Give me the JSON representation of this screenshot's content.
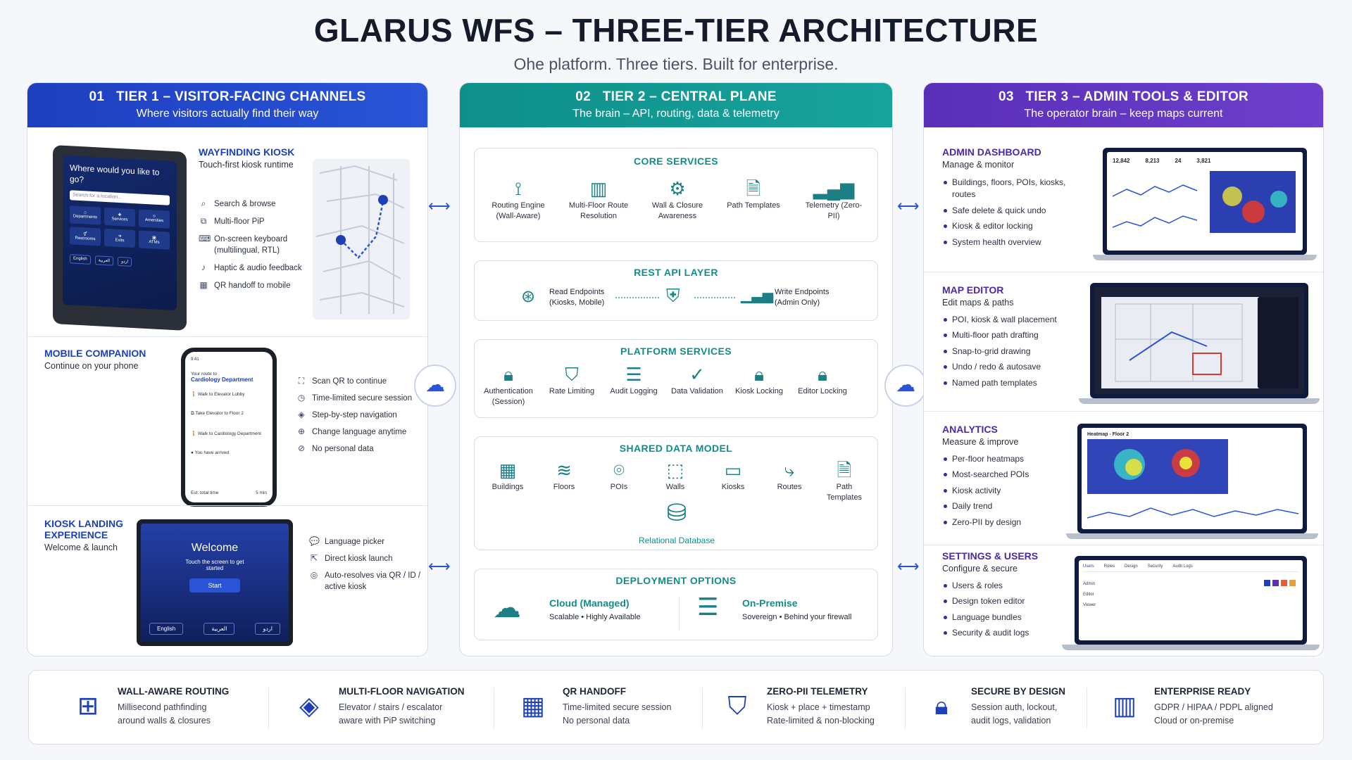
{
  "title": "GLARUS WFS – THREE-TIER ARCHITECTURE",
  "subtitle": "Ohe platform. Three tiers. Built for enterprise.",
  "tier1": {
    "num": "01",
    "title": "TIER 1 – VISITOR-FACING CHANNELS",
    "sub": "Where visitors actually find their way",
    "kiosk": {
      "title": "WAYFINDING KIOSK",
      "sub": "Touch-first kiosk runtime",
      "screen_q": "Where would you like to go?",
      "screen_search": "Search for a location...",
      "screen_tiles": [
        "Departments",
        "Services",
        "Amenities",
        "Restrooms",
        "Exits",
        "ATMs"
      ],
      "screen_lang": [
        "English",
        "العربية",
        "اردو"
      ],
      "features": [
        {
          "icon": "search-icon",
          "text": "Search & browse"
        },
        {
          "icon": "floors-icon",
          "text": "Multi-floor PiP"
        },
        {
          "icon": "keyboard-icon",
          "text": "On-screen keyboard (multilingual, RTL)"
        },
        {
          "icon": "speaker-icon",
          "text": "Haptic & audio feedback"
        },
        {
          "icon": "qr-icon",
          "text": "QR handoff to mobile"
        }
      ]
    },
    "mobile": {
      "title": "MOBILE COMPANION",
      "sub": "Continue on your phone",
      "phone_time": "9:41",
      "phone_route": "Your route to",
      "phone_dest": "Cardiology Department",
      "phone_steps": [
        "Walk to Elevator Lobby",
        "Take Elevator to Floor 2",
        "Walk to Cardiology Department",
        "You have arrived"
      ],
      "phone_total": "Est. total time",
      "phone_total_val": "5 min",
      "features": [
        {
          "icon": "scan-icon",
          "text": "Scan QR to continue"
        },
        {
          "icon": "clock-icon",
          "text": "Time-limited secure session"
        },
        {
          "icon": "navigation-icon",
          "text": "Step-by-step navigation"
        },
        {
          "icon": "globe-icon",
          "text": "Change language anytime"
        },
        {
          "icon": "privacy-icon",
          "text": "No personal data"
        }
      ]
    },
    "landing": {
      "title": "KIOSK LANDING EXPERIENCE",
      "sub": "Welcome & launch",
      "screen_welcome": "Welcome",
      "screen_touch": "Touch the screen to get started",
      "screen_start": "Start",
      "screen_lang": [
        "English",
        "العربية",
        "اردو"
      ],
      "features": [
        {
          "icon": "chat-icon",
          "text": "Language picker"
        },
        {
          "icon": "launch-icon",
          "text": "Direct kiosk launch"
        },
        {
          "icon": "target-icon",
          "text": "Auto-resolves via QR / ID / active kiosk"
        }
      ]
    }
  },
  "tier2": {
    "num": "02",
    "title": "TIER 2 – CENTRAL PLANE",
    "sub": "The brain – API, routing, data & telemetry",
    "core": {
      "title": "CORE SERVICES",
      "items": [
        {
          "icon": "routing-icon",
          "label": "Routing Engine (Wall-Aware)"
        },
        {
          "icon": "building-icon",
          "label": "Multi-Floor Route Resolution"
        },
        {
          "icon": "closure-icon",
          "label": "Wall & Closure Awareness"
        },
        {
          "icon": "document-icon",
          "label": "Path Templates"
        },
        {
          "icon": "chart-icon",
          "label": "Telemetry (Zero-PII)"
        }
      ]
    },
    "api": {
      "title": "REST API LAYER",
      "read": "Read Endpoints",
      "read_sub": "(Kiosks, Mobile)",
      "write": "Write Endpoints",
      "write_sub": "(Admin Only)"
    },
    "platform": {
      "title": "PLATFORM SERVICES",
      "items": [
        {
          "icon": "lock-icon",
          "label": "Authentication (Session)"
        },
        {
          "icon": "shield-icon",
          "label": "Rate Limiting"
        },
        {
          "icon": "log-icon",
          "label": "Audit Logging"
        },
        {
          "icon": "check-icon",
          "label": "Data Validation"
        },
        {
          "icon": "lock-icon",
          "label": "Kiosk Locking"
        },
        {
          "icon": "lock-icon",
          "label": "Editor Locking"
        }
      ]
    },
    "data": {
      "title": "SHARED DATA MODEL",
      "items": [
        {
          "icon": "buildings-icon",
          "label": "Buildings"
        },
        {
          "icon": "layers-icon",
          "label": "Floors"
        },
        {
          "icon": "pin-icon",
          "label": "POIs"
        },
        {
          "icon": "walls-icon",
          "label": "Walls"
        },
        {
          "icon": "kiosk-icon",
          "label": "Kiosks"
        },
        {
          "icon": "route-icon",
          "label": "Routes"
        },
        {
          "icon": "document-icon",
          "label": "Path Templates"
        }
      ],
      "db": "Relational Database"
    },
    "deploy": {
      "title": "DEPLOYMENT OPTIONS",
      "cloud": "Cloud (Managed)",
      "cloud_sub": "Scalable • Highly Available",
      "onprem": "On-Premise",
      "onprem_sub": "Sovereign • Behind your firewall"
    }
  },
  "tier3": {
    "num": "03",
    "title": "TIER 3 – ADMIN TOOLS & EDITOR",
    "sub": "The operator brain – keep maps current",
    "sections": [
      {
        "title": "ADMIN DASHBOARD",
        "sub": "Manage & monitor",
        "bullets": [
          "Buildings, floors, POIs, kiosks, routes",
          "Safe delete & quick undo",
          "Kiosk & editor locking",
          "System health overview"
        ]
      },
      {
        "title": "MAP EDITOR",
        "sub": "Edit maps & paths",
        "bullets": [
          "POI, kiosk & wall placement",
          "Multi-floor path drafting",
          "Snap-to-grid drawing",
          "Undo / redo & autosave",
          "Named path templates"
        ]
      },
      {
        "title": "ANALYTICS",
        "sub": "Measure & improve",
        "bullets": [
          "Per-floor heatmaps",
          "Most-searched POIs",
          "Kiosk activity",
          "Daily trend",
          "Zero-PII by design"
        ]
      },
      {
        "title": "SETTINGS & USERS",
        "sub": "Configure & secure",
        "bullets": [
          "Users & roles",
          "Design token editor",
          "Language bundles",
          "Security & audit logs"
        ]
      }
    ],
    "dash_stats": [
      "12,842",
      "8,213",
      "24",
      "3,821"
    ],
    "heatmap_title": "Heatmap - Floor 2",
    "settings_tabs": [
      "Users",
      "Roles",
      "Design",
      "Security",
      "Audit Logs"
    ],
    "settings_rows": [
      "Admin",
      "Editor",
      "Viewer"
    ]
  },
  "bottom": [
    {
      "icon": "routing-grid-icon",
      "title": "WALL-AWARE ROUTING",
      "desc": [
        "Millisecond pathfinding",
        "around walls & closures"
      ]
    },
    {
      "icon": "stack-icon",
      "title": "MULTI-FLOOR NAVIGATION",
      "desc": [
        "Elevator / stairs / escalator",
        "aware with PiP switching"
      ]
    },
    {
      "icon": "qr-code-icon",
      "title": "QR HANDOFF",
      "desc": [
        "Time-limited secure session",
        "No personal data"
      ]
    },
    {
      "icon": "shield-check-icon",
      "title": "ZERO-PII TELEMETRY",
      "desc": [
        "Kiosk + place + timestamp",
        "Rate-limited & non-blocking"
      ]
    },
    {
      "icon": "padlock-icon",
      "title": "SECURE BY DESIGN",
      "desc": [
        "Session auth, lockout,",
        "audit logs, validation"
      ]
    },
    {
      "icon": "enterprise-building-icon",
      "title": "ENTERPRISE READY",
      "desc": [
        "GDPR / HIPAA / PDPL aligned",
        "Cloud or on-premise"
      ]
    }
  ]
}
